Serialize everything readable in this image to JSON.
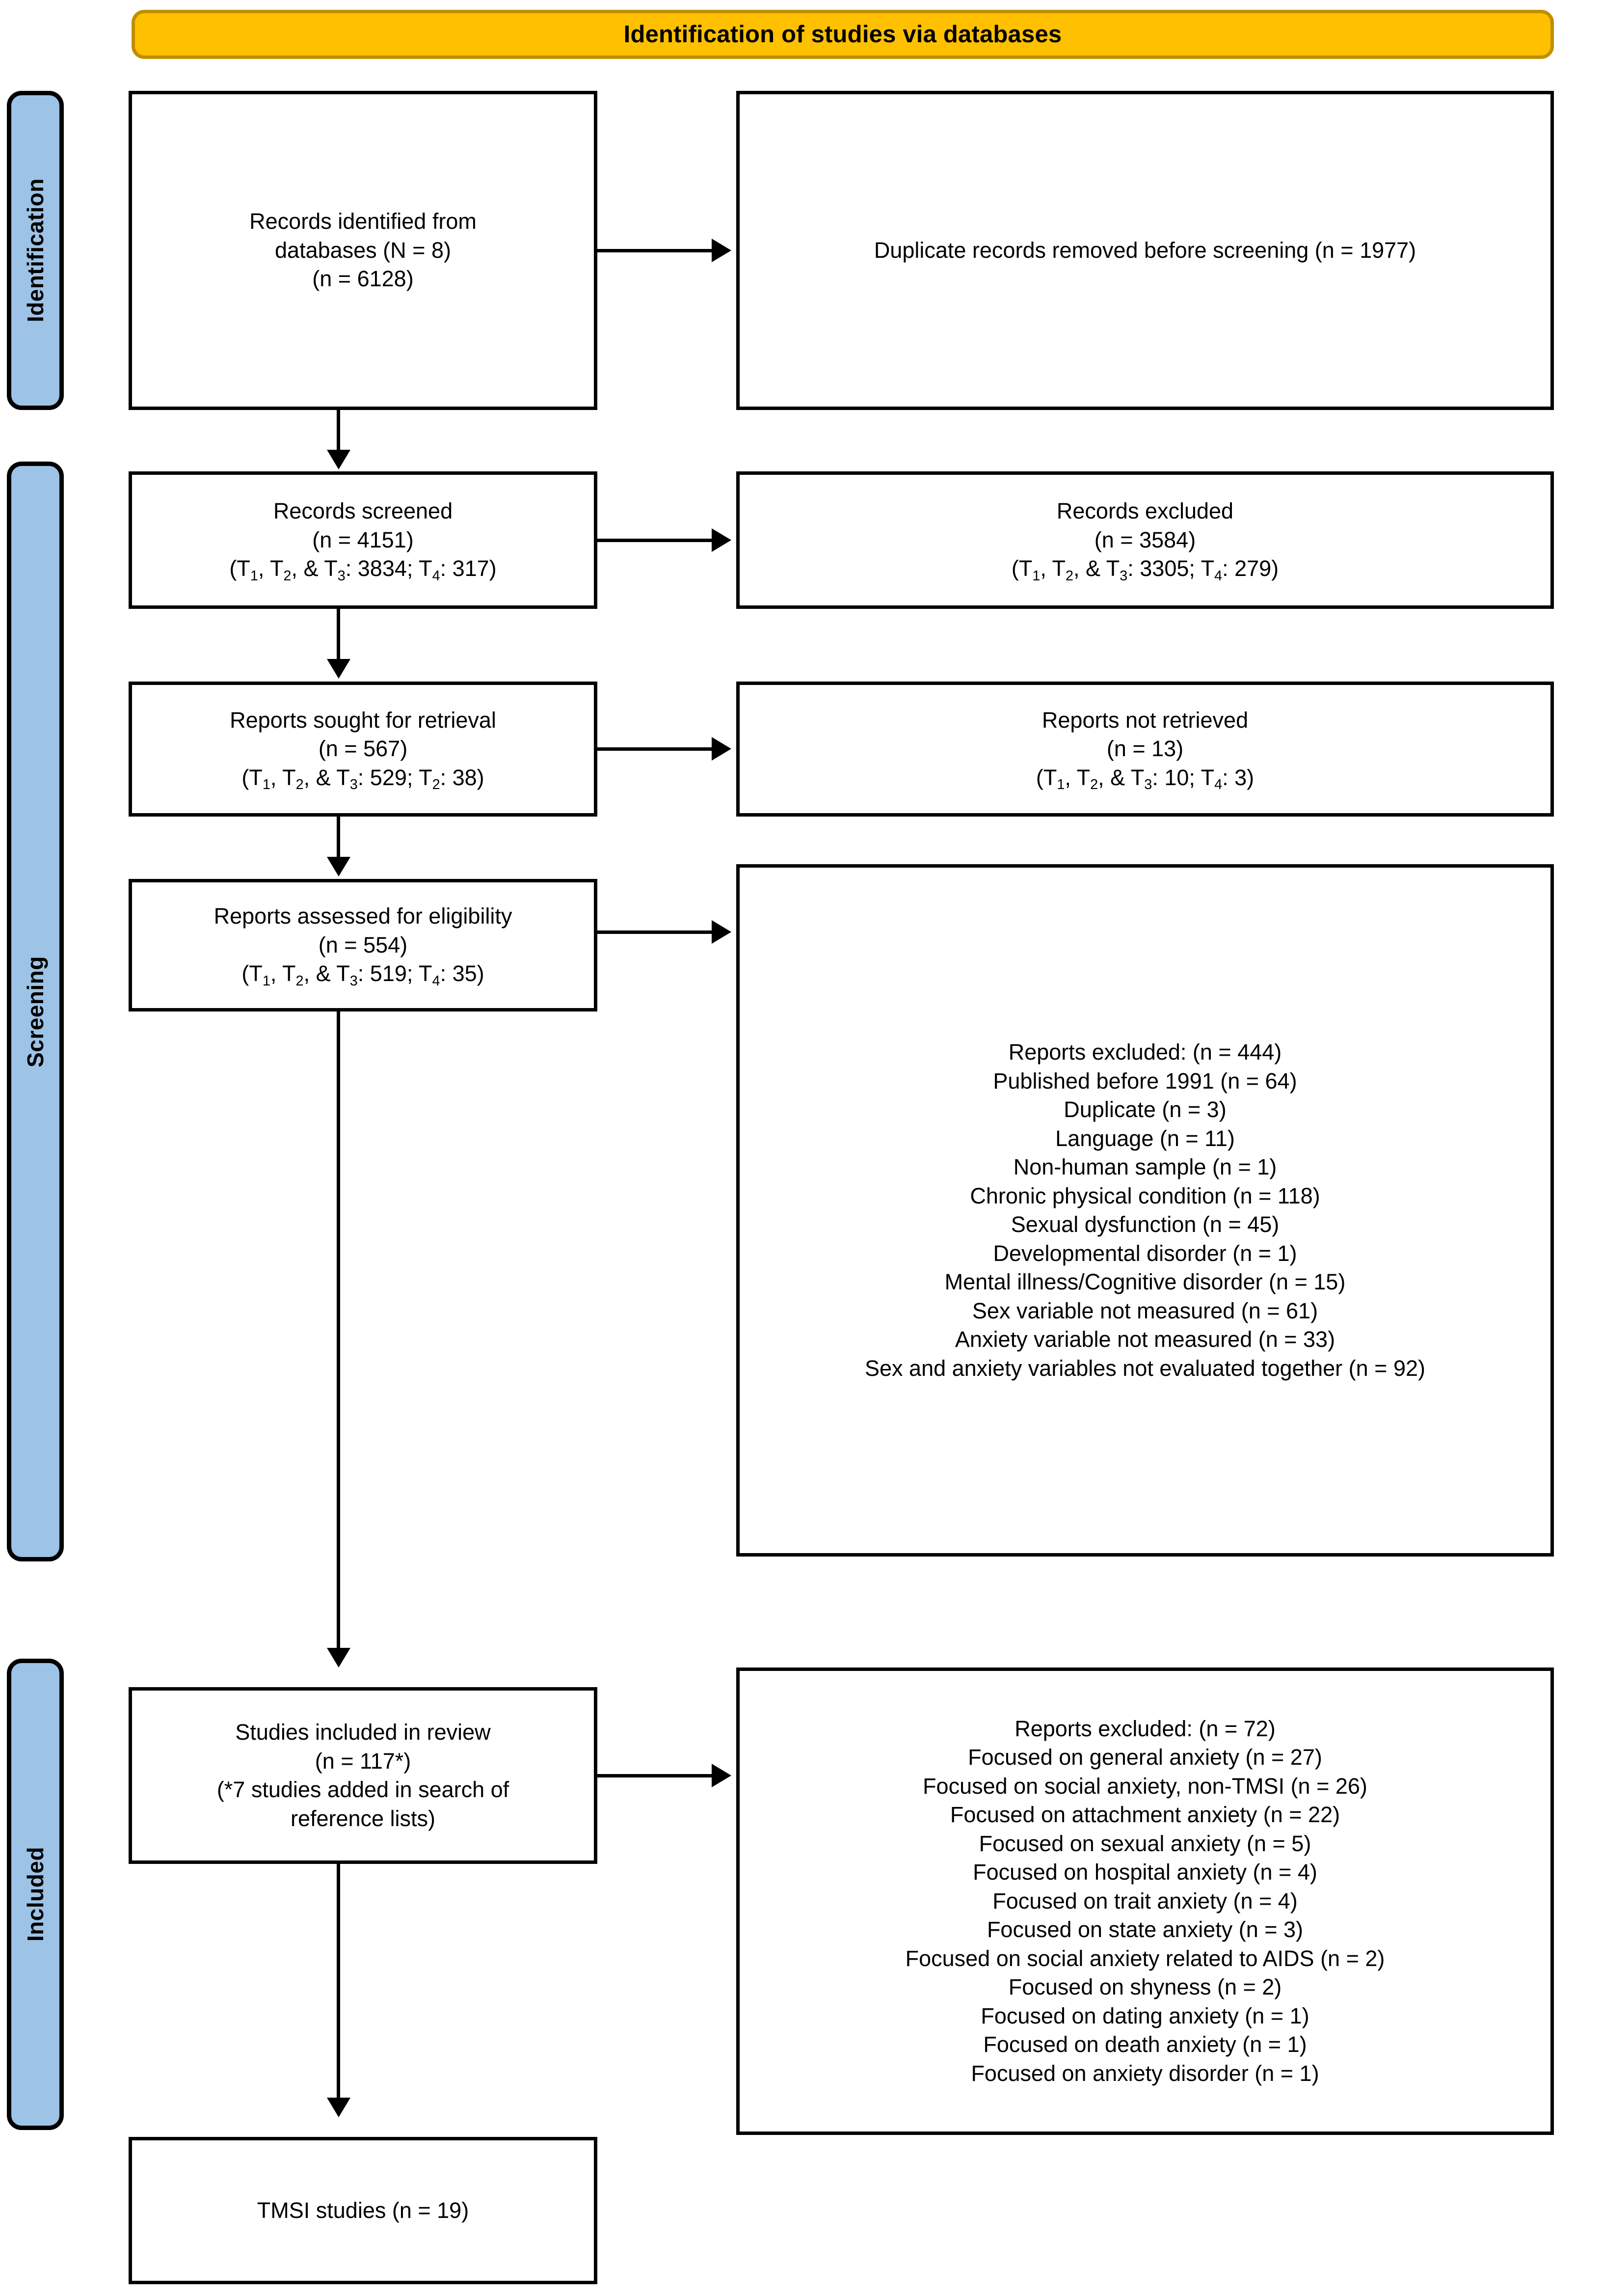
{
  "banner": {
    "title": "Identification of studies via databases"
  },
  "stages": {
    "identification": "Identification",
    "screening": "Screening",
    "included": "Included"
  },
  "boxes": {
    "records_identified": {
      "line1": "Records identified from",
      "line2_pre": "databases (N = 8)",
      "line3": "(n = 6128)"
    },
    "duplicates_removed": {
      "line1": "Duplicate records removed before screening (n = 1977)"
    },
    "records_screened": {
      "line1": "Records screened",
      "line2": "(n = 4151)",
      "line3_a": "(T",
      "line3_sub1": "1",
      "line3_b": ", T",
      "line3_sub2": "2",
      "line3_c": ", & T",
      "line3_sub3": "3",
      "line3_d": ": 3834; T",
      "line3_sub4": "4",
      "line3_e": ": 317)"
    },
    "records_excluded": {
      "line1": "Records excluded",
      "line2": "(n = 3584)",
      "line3_a": "(T",
      "line3_sub1": "1",
      "line3_b": ", T",
      "line3_sub2": "2",
      "line3_c": ", & T",
      "line3_sub3": "3",
      "line3_d": ": 3305; T",
      "line3_sub4": "4",
      "line3_e": ": 279)"
    },
    "reports_sought": {
      "line1": "Reports sought for retrieval",
      "line2": "(n = 567)",
      "line3_a": "(T",
      "line3_sub1": "1",
      "line3_b": ", T",
      "line3_sub2": "2",
      "line3_c": ", & T",
      "line3_sub3": "3",
      "line3_d": ": 529; T",
      "line3_sub4": "2",
      "line3_e": ": 38)"
    },
    "reports_not_retrieved": {
      "line1": "Reports not retrieved",
      "line2": "(n = 13)",
      "line3_a": "(T",
      "line3_sub1": "1",
      "line3_b": ", T",
      "line3_sub2": "2",
      "line3_c": ", & T",
      "line3_sub3": "3",
      "line3_d": ": 10; T",
      "line3_sub4": "4",
      "line3_e": ": 3)"
    },
    "reports_assessed": {
      "line1": "Reports assessed for eligibility",
      "line2": "(n = 554)",
      "line3_a": "(T",
      "line3_sub1": "1",
      "line3_b": ", T",
      "line3_sub2": "2",
      "line3_c": ", & T",
      "line3_sub3": "3",
      "line3_d": ": 519; T",
      "line3_sub4": "4",
      "line3_e": ": 35)"
    },
    "reports_excluded_eligibility": {
      "heading": "Reports excluded: (n = 444)",
      "reasons": [
        "Published before 1991 (n = 64)",
        "Duplicate (n = 3)",
        "Language (n = 11)",
        "Non-human sample (n = 1)",
        "Chronic physical condition (n = 118)",
        "Sexual dysfunction (n = 45)",
        "Developmental disorder (n = 1)",
        "Mental illness/Cognitive disorder (n = 15)",
        "Sex variable not measured (n = 61)",
        "Anxiety variable not measured (n = 33)",
        "Sex and anxiety variables not evaluated together (n = 92)"
      ]
    },
    "studies_included": {
      "line1": "Studies included in review",
      "line2": "(n = 117*)",
      "line3": "(*7 studies added in search of",
      "line4": "reference lists)"
    },
    "reports_excluded_included": {
      "heading": "Reports excluded: (n = 72)",
      "reasons": [
        "Focused on general anxiety (n = 27)",
        "Focused on social anxiety, non-TMSI (n = 26)",
        "Focused on attachment anxiety (n = 22)",
        "Focused on sexual anxiety (n = 5)",
        "Focused on hospital anxiety (n = 4)",
        "Focused on trait anxiety (n = 4)",
        "Focused on state anxiety (n = 3)",
        "Focused on social anxiety related to AIDS (n = 2)",
        "Focused on shyness (n = 2)",
        "Focused on dating anxiety (n = 1)",
        "Focused on death anxiety (n = 1)",
        "Focused on anxiety disorder (n = 1)"
      ]
    },
    "tmsi_studies": {
      "line1": "TMSI studies (n = 19)"
    }
  },
  "colors": {
    "banner_fill": "#FFC000",
    "banner_border": "#BF8F00",
    "stage_fill": "#9DC3E6",
    "box_border": "#000000",
    "box_fill": "#FFFFFF"
  }
}
